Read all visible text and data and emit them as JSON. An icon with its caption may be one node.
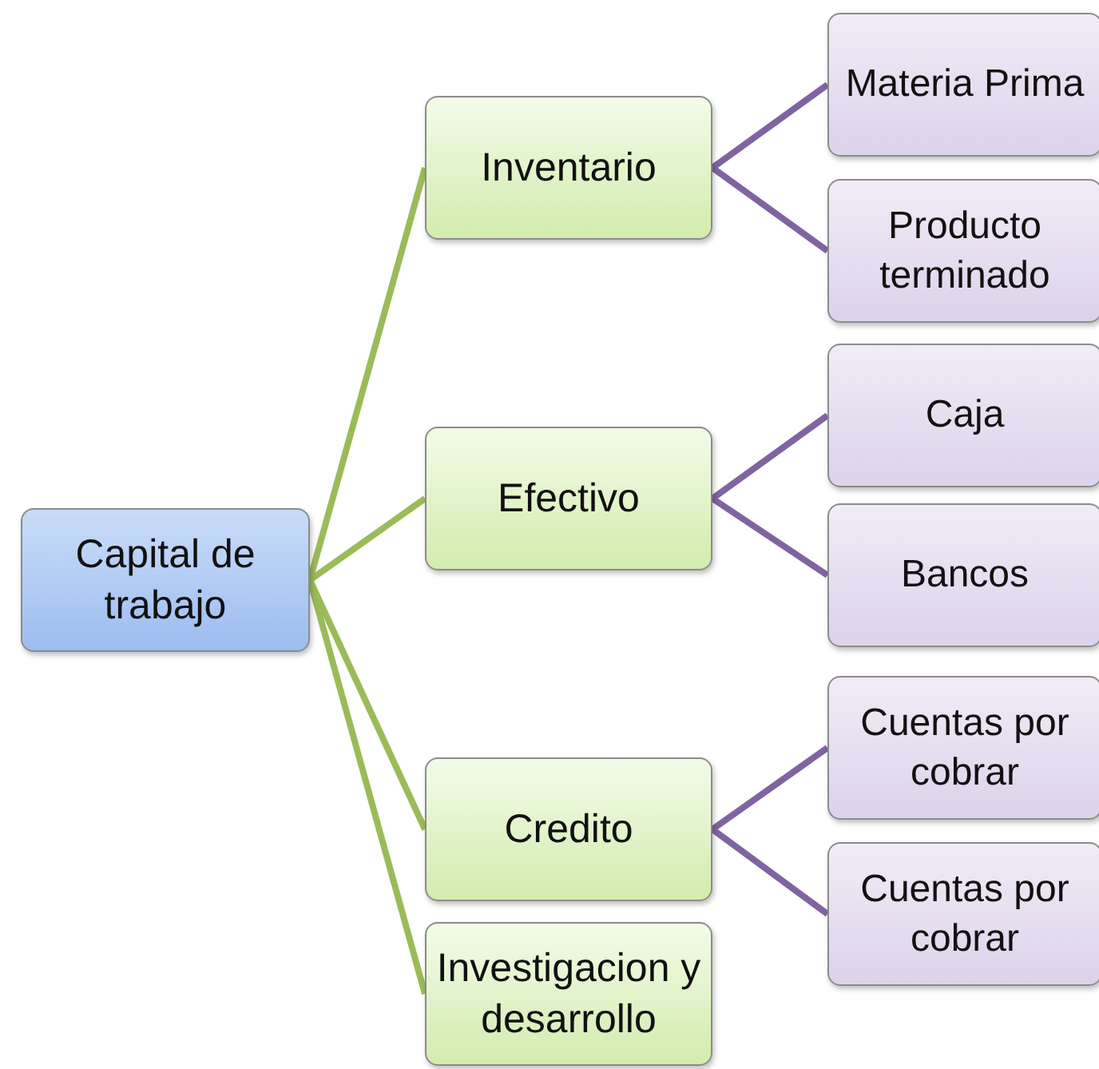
{
  "diagram": {
    "nodes": [
      {
        "text": [
          "Capital de trabajo"
        ]
      },
      {
        "text": [
          "Inventario"
        ]
      },
      {
        "text": [
          "Materia Prima"
        ]
      },
      {
        "text": [
          "Producto terminado"
        ]
      },
      {
        "text": [
          "Efectivo"
        ]
      },
      {
        "text": [
          "Caja"
        ]
      },
      {
        "text": [
          "Bancos"
        ]
      },
      {
        "text": [
          "Credito"
        ]
      },
      {
        "text": [
          "Cuentas por cobrar"
        ]
      },
      {
        "text": [
          "Cuentas por cobrar"
        ]
      },
      {
        "text": [
          "Investigacion y desarrollo"
        ]
      }
    ],
    "edges": [
      {
        "from": 0,
        "to": 1,
        "arrow": "none",
        "color": "#9bbb59"
      },
      {
        "from": 0,
        "to": 4,
        "arrow": "none",
        "color": "#9bbb59"
      },
      {
        "from": 0,
        "to": 7,
        "arrow": "none",
        "color": "#9bbb59"
      },
      {
        "from": 0,
        "to": 10,
        "arrow": "none",
        "color": "#9bbb59"
      },
      {
        "from": 1,
        "to": 2,
        "arrow": "none",
        "color": "#8064a2"
      },
      {
        "from": 1,
        "to": 3,
        "arrow": "none",
        "color": "#8064a2"
      },
      {
        "from": 4,
        "to": 5,
        "arrow": "none",
        "color": "#8064a2"
      },
      {
        "from": 4,
        "to": 6,
        "arrow": "none",
        "color": "#8064a2"
      },
      {
        "from": 7,
        "to": 8,
        "arrow": "none",
        "color": "#8064a2"
      },
      {
        "from": 7,
        "to": 9,
        "arrow": "none",
        "color": "#8064a2"
      }
    ]
  }
}
